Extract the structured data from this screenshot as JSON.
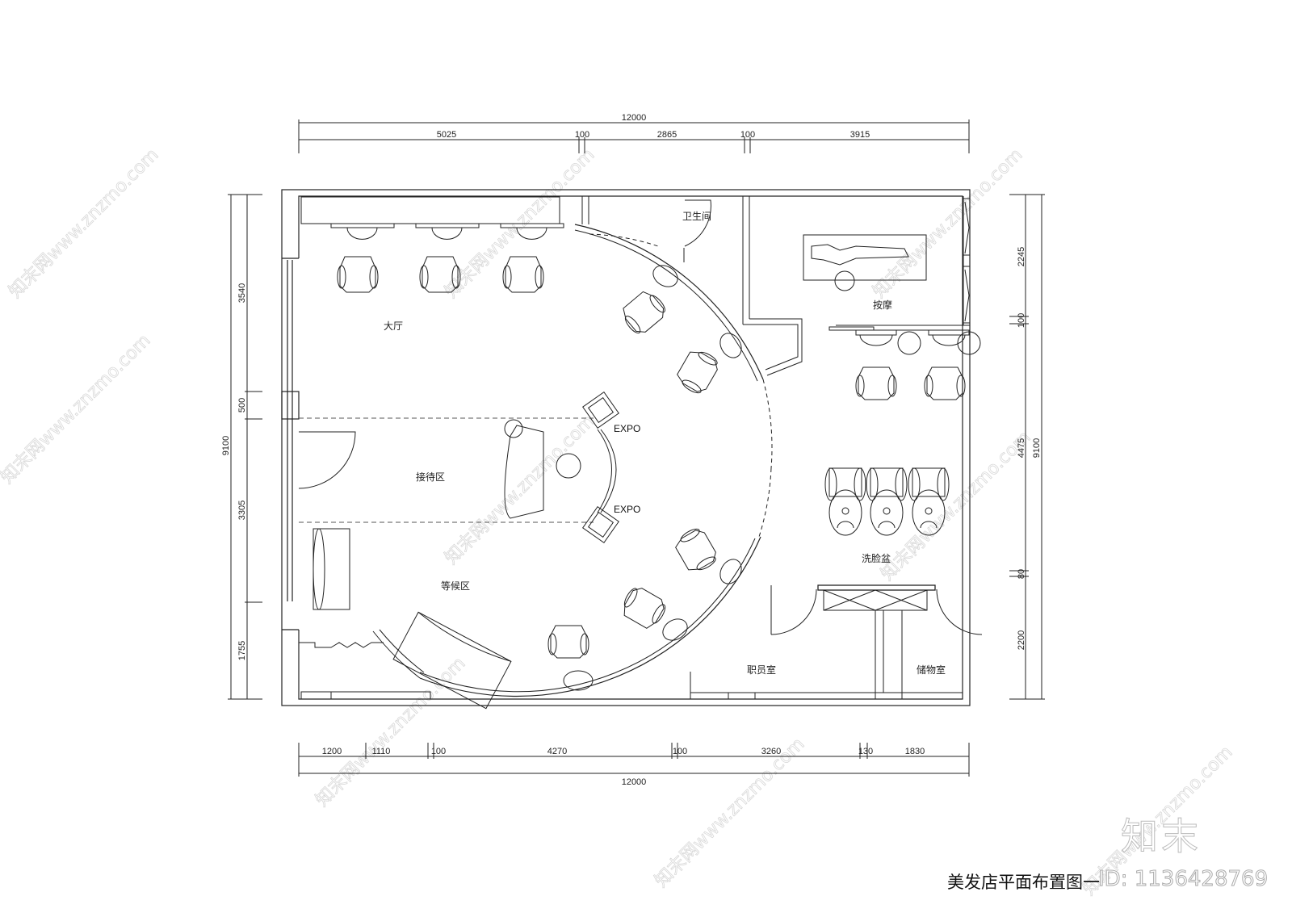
{
  "drawing": {
    "title": "美发店平面布置图一",
    "logo": "知末",
    "id_tag": "ID: 1136428769",
    "watermark": "知末网www.znzmo.com"
  },
  "rooms": {
    "hall": "大厅",
    "restroom": "卫生间",
    "massage": "按摩",
    "reception": "接待区",
    "waiting": "等候区",
    "wash_basin": "洗脸盆",
    "staff_room": "职员室",
    "storage": "储物室"
  },
  "labels": {
    "expo_top": "EXPO",
    "expo_bottom": "EXPO"
  },
  "dimensions": {
    "top": {
      "total": "12000",
      "segments": [
        "5025",
        "100",
        "2865",
        "100",
        "3915"
      ]
    },
    "bottom": {
      "total": "12000",
      "segments": [
        "1200",
        "1110",
        "100",
        "4270",
        "100",
        "3260",
        "130",
        "1830"
      ]
    },
    "left": {
      "total": "9100",
      "segments": [
        "3540",
        "500",
        "3305",
        "1755"
      ]
    },
    "right": {
      "total": "9100",
      "segments": [
        "2245",
        "100",
        "4475",
        "80",
        "2200"
      ]
    }
  }
}
